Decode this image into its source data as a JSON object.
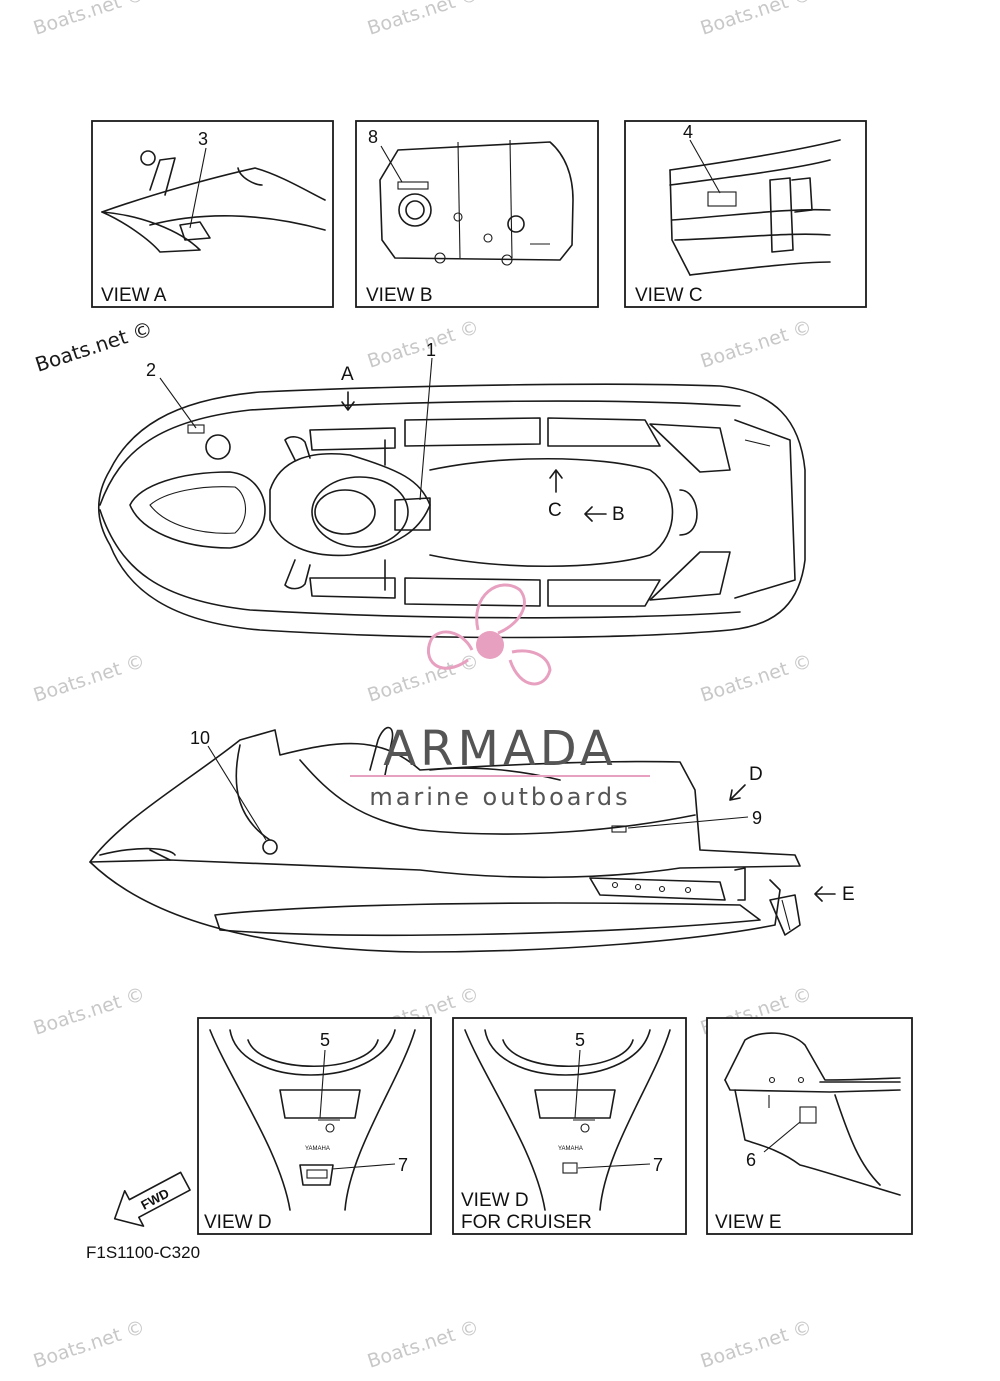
{
  "panels": {
    "view_a": "VIEW A",
    "view_b": "VIEW B",
    "view_c": "VIEW C",
    "view_d": "VIEW D",
    "view_d_cruiser_1": "VIEW D",
    "view_d_cruiser_2": "FOR CRUISER",
    "view_e": "VIEW E"
  },
  "callouts": {
    "c1": "1",
    "c2": "2",
    "c3": "3",
    "c4": "4",
    "c5a": "5",
    "c5b": "5",
    "c6": "6",
    "c7a": "7",
    "c7b": "7",
    "c8": "8",
    "c9": "9",
    "c10": "10"
  },
  "view_arrows": {
    "a": "A",
    "b": "B",
    "c": "C",
    "d": "D",
    "e": "E"
  },
  "fwd_label": "FWD",
  "decal_text": "YAMAHA",
  "diagram_code": "F1S1100-C320",
  "watermark": "Boats.net ©",
  "logo": {
    "name": "ARMADA",
    "tagline": "marine outboards",
    "color": "#e8a0c0"
  }
}
